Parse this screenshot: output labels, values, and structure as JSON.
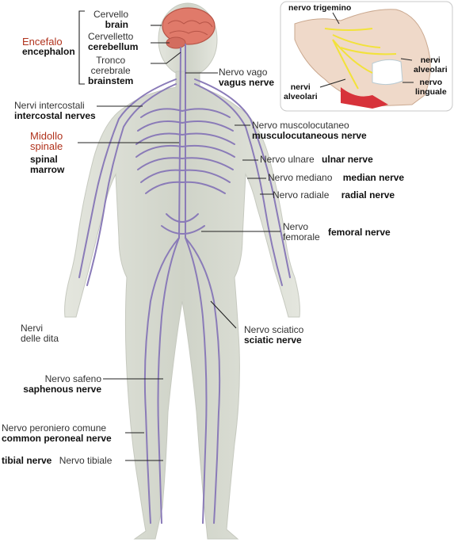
{
  "labels": {
    "encefalo_it": "Encefalo",
    "encefalo_en": "encephalon",
    "cervello_it": "Cervello",
    "cervello_en": "brain",
    "cervelletto_it": "Cervelletto",
    "cervelletto_en": "cerebellum",
    "tronco_it1": "Tronco",
    "tronco_it2": "cerebrale",
    "tronco_en": "brainstem",
    "vago_it": "Nervo vago",
    "vago_en": "vagus nerve",
    "intercostali_it": "Nervi intercostali",
    "intercostali_en": "intercostal nerves",
    "midollo_it1": "Midollo",
    "midollo_it2": "spinale",
    "midollo_en1": "spinal",
    "midollo_en2": "marrow",
    "musc_it": "Nervo muscolocutaneo",
    "musc_en": "musculocutaneous nerve",
    "ulnare_it": "Nervo ulnare",
    "ulnare_en": "ulnar nerve",
    "mediano_it": "Nervo mediano",
    "mediano_en": "median nerve",
    "radiale_it": "Nervo radiale",
    "radiale_en": "radial nerve",
    "femorale_it1": "Nervo",
    "femorale_it2": "femorale",
    "femorale_en": "femoral nerve",
    "dita_it1": "Nervi",
    "dita_it2": "delle dita",
    "sciatico_it": "Nervo sciatico",
    "sciatico_en": "sciatic nerve",
    "safeno_it": "Nervo safeno",
    "safeno_en": "saphenous nerve",
    "peroniero_it": "Nervo peroniero comune",
    "peroniero_en": "common peroneal nerve",
    "tibiale_en": "tibial nerve",
    "tibiale_it": "Nervo tibiale"
  },
  "inset": {
    "trigemino": "nervo trigemino",
    "alveolari_r1": "nervi",
    "alveolari_r2": "alveolari",
    "alveolari_l1": "nervi",
    "alveolari_l2": "alveolari",
    "linguale1": "nervo",
    "linguale2": "linguale"
  },
  "colors": {
    "nerve": "#8a7bb8",
    "body": "#d9dcd3",
    "brain": "#e07a6a",
    "highlight_label": "#b0321c",
    "inset_nerve": "#f2e23a"
  }
}
